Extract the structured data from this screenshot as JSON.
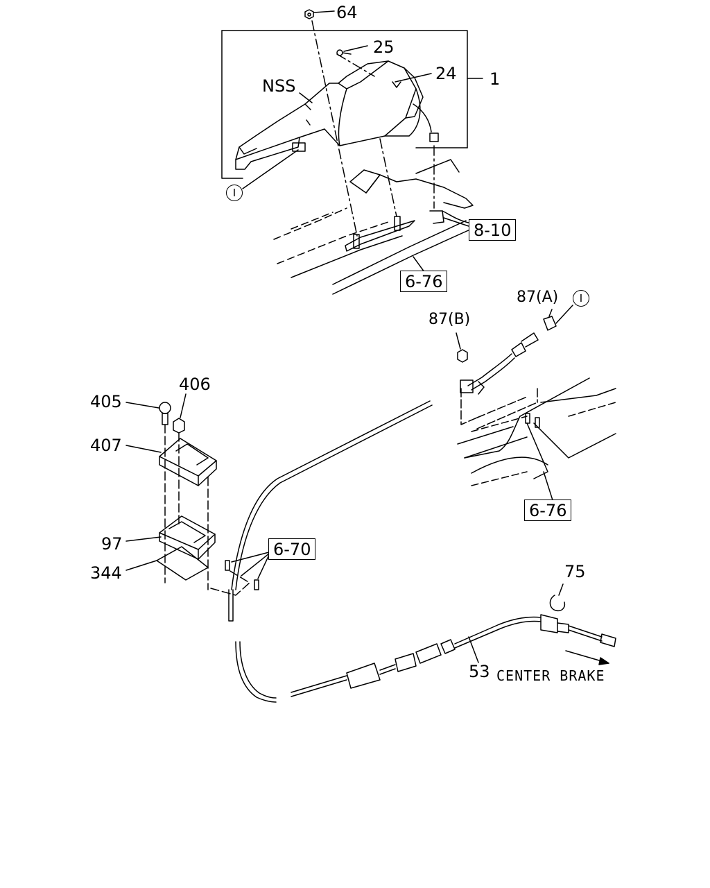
{
  "labels": {
    "p64": "64",
    "p25": "25",
    "p24": "24",
    "p1": "1",
    "nss": "NSS",
    "p87a": "87(A)",
    "p87b": "87(B)",
    "p406": "406",
    "p405": "405",
    "p407": "407",
    "p97": "97",
    "p344": "344",
    "p75": "75",
    "p53": "53",
    "center_brake": "CENTER BRAKE"
  },
  "circle_refs": {
    "upper": "I",
    "lower": "I"
  },
  "ref_boxes": {
    "r810": "8-10",
    "r676_top": "6-76",
    "r676_right": "6-76",
    "r670": "6-70"
  }
}
